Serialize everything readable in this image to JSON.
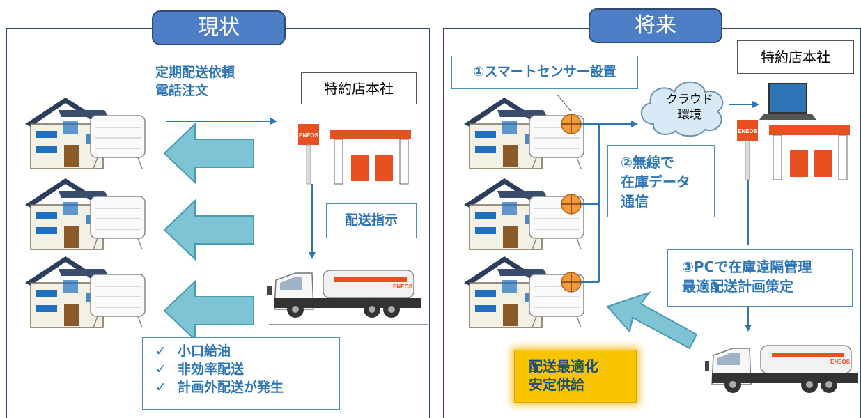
{
  "left": {
    "title": "現状",
    "order_lines": [
      "定期配送依頼",
      "電話注文"
    ],
    "hq_label": "特約店本社",
    "instruction_label": "配送指示",
    "issues": [
      "小口給油",
      "非効率配送",
      "計画外配送が発生"
    ],
    "check_mark": "✓"
  },
  "right": {
    "title": "将来",
    "sensor_label": "①スマートセンサー設置",
    "cloud_lines": [
      "クラウド",
      "環境"
    ],
    "hq_label": "特約店本社",
    "wireless_lines": [
      "②無線で",
      "在庫データ",
      "通信"
    ],
    "pc_lines": [
      "③PCで在庫遠隔管理",
      "最適配送計画策定"
    ],
    "result_lines": [
      "配送最適化",
      "安定供給"
    ]
  },
  "brand": {
    "logo_text": "ENEOS",
    "truck_text": "ENEOS"
  },
  "colors": {
    "frame": "#2f4a73",
    "tab": "#4e7fc6",
    "accent_text": "#2e75b6",
    "arrow_fill": "#7fc4d4",
    "arrow_stroke": "#4a9bb3",
    "station_red": "#e8501f",
    "sensor_orange": "#f29a3c",
    "highlight_gold": "#f8c400"
  }
}
